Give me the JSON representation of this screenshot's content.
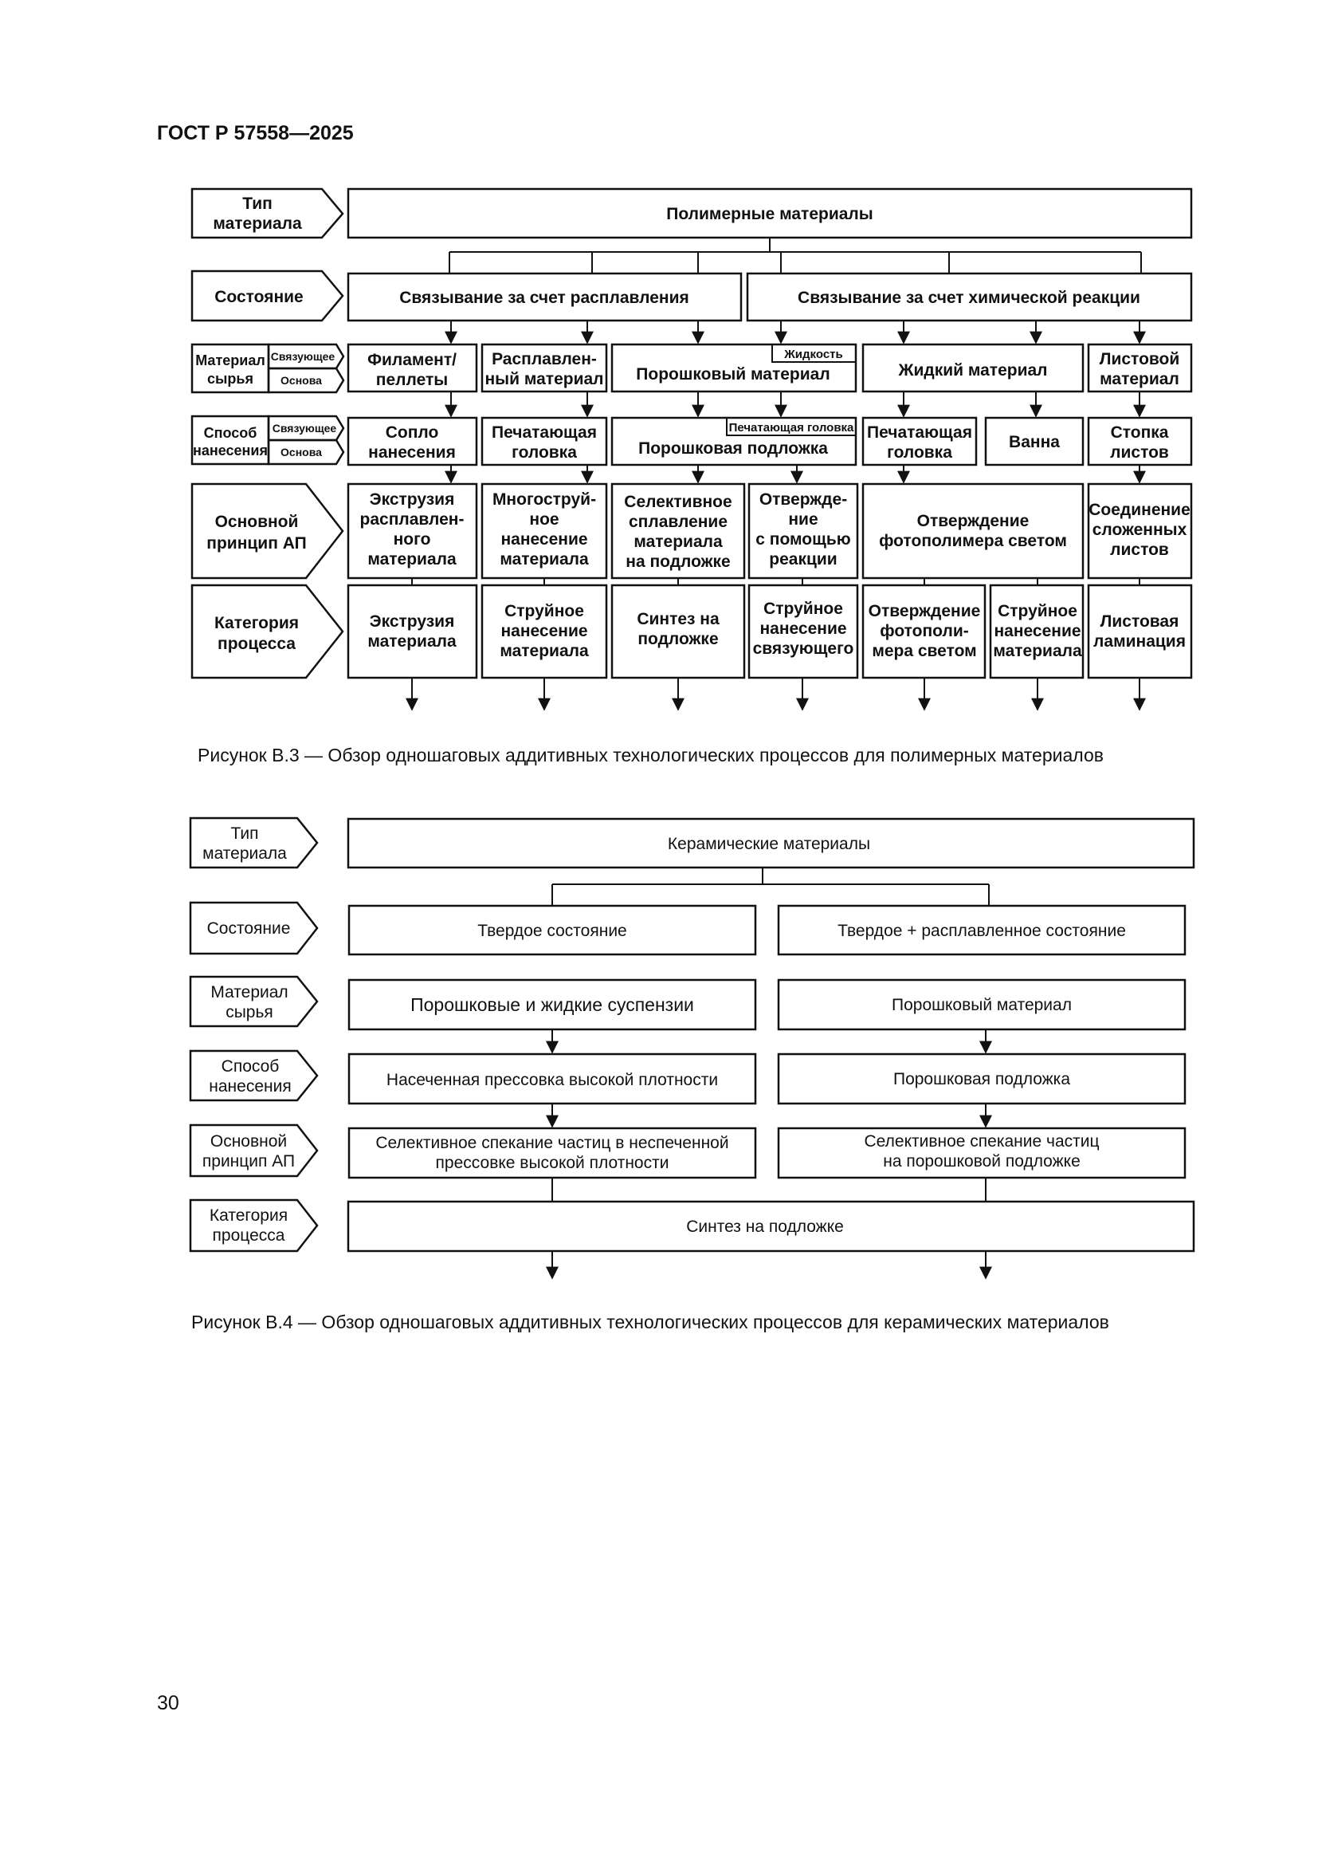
{
  "header": "ГОСТ Р 57558—2025",
  "page_number": "30",
  "fig_b3": {
    "rows": {
      "type": [
        "Тип",
        "материала"
      ],
      "state": [
        "Состояние"
      ],
      "material": [
        "Материал",
        "сырья"
      ],
      "method": [
        "Способ",
        "нанесения"
      ],
      "principle": [
        "Основной",
        "принцип АП"
      ],
      "category": [
        "Категория",
        "процесса"
      ]
    },
    "binder": "Связующее",
    "base": "Основа",
    "type": "Полимерные материалы",
    "state_melt": "Связывание за счет расплавления",
    "state_chem": "Связывание за счет химической реакции",
    "material": {
      "filament": [
        "Филамент/",
        "пеллеты"
      ],
      "melt": [
        "Расплавлен-",
        "ный материал"
      ],
      "powder": "Порошковый материал",
      "liquid_tag": "Жидкость",
      "liquid": "Жидкий материал",
      "sheet": [
        "Листовой",
        "материал"
      ]
    },
    "method": {
      "nozzle": [
        "Сопло",
        "нанесения"
      ],
      "head": [
        "Печатающая",
        "головка"
      ],
      "head_tag": "Печатающая головка",
      "powder_bed": "Порошковая подложка",
      "head2": [
        "Печатающая",
        "головка"
      ],
      "vat": "Ванна",
      "stack": [
        "Стопка",
        "листов"
      ]
    },
    "principle": {
      "extrusion": [
        "Экструзия",
        "расплавлен-",
        "ного",
        "материала"
      ],
      "multijet": [
        "Многоструй-",
        "ное",
        "нанесение",
        "материала"
      ],
      "selective": [
        "Селективное",
        "сплавление",
        "материала",
        "на подложке"
      ],
      "curing": [
        "Отвержде-",
        "ние",
        "с помощью",
        "реакции"
      ],
      "photopolymer": [
        "Отверждение",
        "фотополимера светом"
      ],
      "joining": [
        "Соединение",
        "сложенных",
        "листов"
      ]
    },
    "category": {
      "extrusion": [
        "Экструзия",
        "материала"
      ],
      "jetting": [
        "Струйное",
        "нанесение",
        "материала"
      ],
      "synthesis": [
        "Синтез на",
        "подложке"
      ],
      "binder_jet": [
        "Струйное",
        "нанесение",
        "связующего"
      ],
      "vat_photo": [
        "Отверждение",
        "фотополи-",
        "мера светом"
      ],
      "jetting2": [
        "Струйное",
        "нанесение",
        "материала"
      ],
      "lamination": [
        "Листовая",
        "ламинация"
      ]
    },
    "caption": "Рисунок В.3 — Обзор одношаговых аддитивных технологических процессов для полимерных материалов"
  },
  "fig_b4": {
    "rows": {
      "type": [
        "Тип",
        "материала"
      ],
      "state": [
        "Состояние"
      ],
      "material": [
        "Материал",
        "сырья"
      ],
      "method": [
        "Способ",
        "нанесения"
      ],
      "principle": [
        "Основной",
        "принцип АП"
      ],
      "category": [
        "Категория",
        "процесса"
      ]
    },
    "type": "Керамические материалы",
    "state_solid": "Твердое состояние",
    "state_mixed": "Твердое + расплавленное состояние",
    "material_left": "Порошковые и жидкие суспензии",
    "material_right": "Порошковый материал",
    "method_left": "Насеченная прессовка высокой плотности",
    "method_right": "Порошковая подложка",
    "principle_left": [
      "Селективное спекание частиц в неспеченной",
      "прессовке высокой плотности"
    ],
    "principle_right": [
      "Селективное спекание частиц",
      "на порошковой подложке"
    ],
    "category": "Синтез на подложке",
    "caption": "Рисунок В.4 — Обзор одношаговых аддитивных технологических процессов для керамических материалов"
  }
}
